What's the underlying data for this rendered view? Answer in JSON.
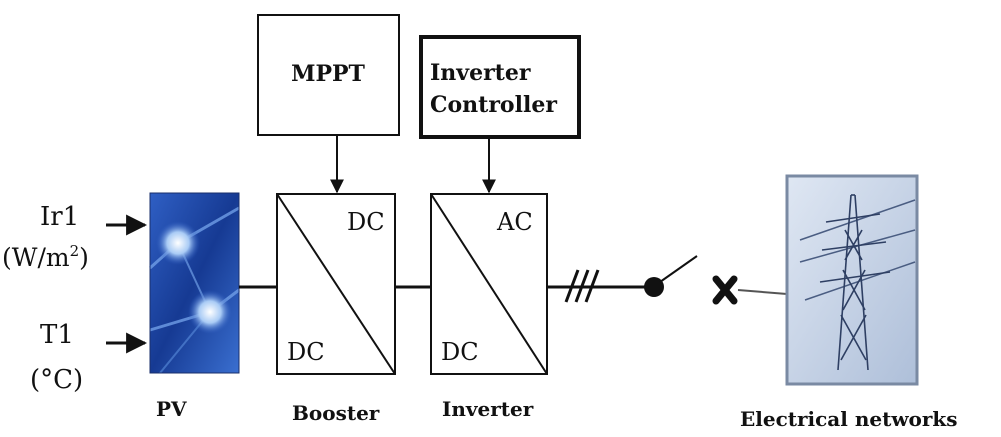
{
  "blocks": {
    "mppt": {
      "label": "MPPT"
    },
    "inverter_controller": {
      "line1": "Inverter",
      "line2": "Controller"
    },
    "booster": {
      "top_label": "DC",
      "bottom_label": "DC",
      "caption": "Booster"
    },
    "inverter": {
      "top_label": "AC",
      "bottom_label": "DC",
      "caption": "Inverter"
    },
    "pv": {
      "caption": "PV"
    },
    "grid": {
      "caption": "Electrical networks"
    }
  },
  "inputs": {
    "irradiance": {
      "name": "Ir1",
      "unit_prefix": "(W/m",
      "unit_exp": "2",
      "unit_suffix": ")"
    },
    "temperature": {
      "name": "T1",
      "unit": "(°C)"
    }
  },
  "colors": {
    "line": "#111111",
    "pv_dark": "#1c3f99",
    "pv_light": "#8fb8f0",
    "grid_bg": "#c9d6ea",
    "grid_border": "#7a8aa3"
  }
}
